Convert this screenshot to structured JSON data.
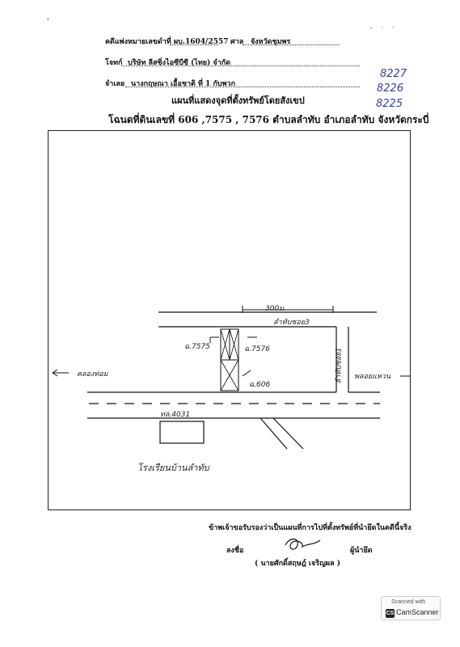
{
  "header": {
    "case_label": "คดีแพ่งหมายเลขดำที่ ผบ.1604/2557",
    "court_label": "ศาล",
    "court_value": "จังหวัดชุมพร",
    "plaintiff_label": "โจทก์",
    "plaintiff_value": "บริษัท ลีสซิ่งไอซีบีซี (ไทย) จำกัด",
    "defendant_label": "จำเลย",
    "defendant_value": "นางกฤษณา เอื้อชาติ ที่ 1 กับพวก"
  },
  "handwritten_numbers": [
    "8227",
    "8226",
    "8225"
  ],
  "title": {
    "line1": "แผนที่แสดงจุดที่ตั้งทรัพย์โดยสังเขป",
    "line2": "โฉนดที่ดินเลขที่ 606 ,7575 , 7576 ตำบลลำทับ อำเภอลำทับ จังหวัดกระบี่"
  },
  "map": {
    "distance_label": "300ม.",
    "road_top_label": "ลำทับซอย3",
    "deed_7575": "ฉ.7575",
    "deed_7576": "ฉ.7576",
    "deed_606": "ฉ.606",
    "left_direction": "คลองท่อม",
    "right_direction": "พลอยแหวน",
    "side_road_label": "ลำทับซอย1",
    "highway_label": "ทล.4031",
    "school_label": "โรงเรียนบ้านลำทับ"
  },
  "footer": {
    "certify_text": "ข้าพเจ้าขอรับรองว่าเป็นแผนที่การไปที่ตั้งทรัพย์ที่นำยึดในคดีนี้จริง",
    "sign_label": "ลงชื่อ",
    "role_label": "ผู้นำยึด",
    "signer_name": "( นายศักดิ์สฤษฎ์ เจริญผล )"
  },
  "scanner": {
    "top_text": "Scanned with",
    "brand": "CamScanner",
    "logo_letters": "CS"
  }
}
